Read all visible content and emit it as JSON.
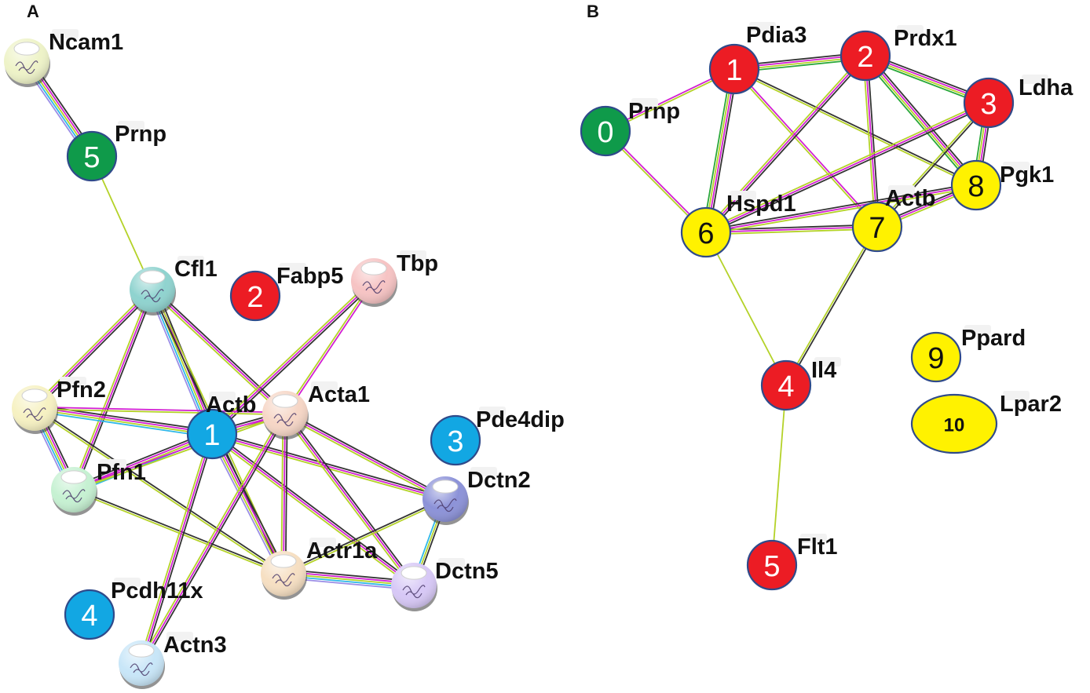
{
  "panels": {
    "a": {
      "letter": "A"
    },
    "b": {
      "letter": "B"
    }
  },
  "colors": {
    "green": "#0f9a4a",
    "red": "#ec1c24",
    "blue": "#12a7e3",
    "yellow": "#fff200",
    "node_border": "#2f4a8a",
    "edge_black": "#333333",
    "edge_magenta": "#d21ed2",
    "edge_yellowgreen": "#b4d228",
    "edge_cyan": "#30b8e8",
    "edge_green": "#2aa83a",
    "edge_lavender": "#9b8ee6"
  },
  "panel_a": {
    "nodes": [
      {
        "id": "ncam1",
        "label": "Ncam1",
        "style": "sphere",
        "color": "#eef3c8",
        "icon": "protein-structure-icon"
      },
      {
        "id": "prnp",
        "label": "Prnp",
        "number": "5",
        "style": "solid",
        "color": "#0f9a4a"
      },
      {
        "id": "cfl1",
        "label": "Cfl1",
        "style": "sphere",
        "color": "#8fd3cf",
        "icon": "protein-structure-icon"
      },
      {
        "id": "fabp5",
        "label": "Fabp5",
        "number": "2",
        "style": "solid",
        "color": "#ec1c24"
      },
      {
        "id": "tbp",
        "label": "Tbp",
        "style": "sphere",
        "color": "#f6c3c3",
        "icon": "protein-structure-icon"
      },
      {
        "id": "pfn2",
        "label": "Pfn2",
        "style": "sphere",
        "color": "#f6f1c2",
        "icon": "protein-structure-icon"
      },
      {
        "id": "actb",
        "label": "Actb",
        "number": "1",
        "style": "solid",
        "color": "#12a7e3"
      },
      {
        "id": "acta1",
        "label": "Acta1",
        "style": "sphere",
        "color": "#f6d6c6",
        "icon": "protein-structure-icon"
      },
      {
        "id": "pde4dip",
        "label": "Pde4dip",
        "number": "3",
        "style": "solid",
        "color": "#12a7e3"
      },
      {
        "id": "pfn1",
        "label": "Pfn1",
        "style": "sphere",
        "color": "#c6f1d2",
        "icon": "protein-structure-icon"
      },
      {
        "id": "dctn2",
        "label": "Dctn2",
        "style": "sphere",
        "color": "#8c92d8",
        "icon": "protein-structure-icon"
      },
      {
        "id": "actr1a",
        "label": "Actr1a",
        "style": "sphere",
        "color": "#f6dfc2",
        "icon": "protein-structure-icon"
      },
      {
        "id": "dctn5",
        "label": "Dctn5",
        "style": "sphere",
        "color": "#d7c8f6",
        "icon": "protein-structure-icon"
      },
      {
        "id": "pcdh11x",
        "label": "Pcdh11x",
        "number": "4",
        "style": "solid",
        "color": "#12a7e3"
      },
      {
        "id": "actn3",
        "label": "Actn3",
        "style": "sphere",
        "color": "#c8e6f8",
        "icon": "protein-structure-icon"
      }
    ],
    "edges": [
      {
        "from": "ncam1",
        "to": "prnp",
        "types": [
          "black",
          "magenta",
          "yellowgreen",
          "cyan",
          "lavender"
        ]
      },
      {
        "from": "prnp",
        "to": "cfl1",
        "types": [
          "yellowgreen"
        ]
      },
      {
        "from": "cfl1",
        "to": "pfn2",
        "types": [
          "black",
          "magenta",
          "yellowgreen"
        ]
      },
      {
        "from": "cfl1",
        "to": "pfn1",
        "types": [
          "black",
          "magenta",
          "yellowgreen"
        ]
      },
      {
        "from": "cfl1",
        "to": "actb",
        "types": [
          "black",
          "magenta",
          "yellowgreen",
          "cyan",
          "lavender"
        ]
      },
      {
        "from": "cfl1",
        "to": "acta1",
        "types": [
          "black",
          "magenta",
          "yellowgreen"
        ]
      },
      {
        "from": "cfl1",
        "to": "actr1a",
        "types": [
          "yellowgreen",
          "black"
        ]
      },
      {
        "from": "tbp",
        "to": "actb",
        "types": [
          "black",
          "magenta",
          "yellowgreen"
        ]
      },
      {
        "from": "tbp",
        "to": "acta1",
        "types": [
          "magenta",
          "yellowgreen"
        ]
      },
      {
        "from": "pfn2",
        "to": "pfn1",
        "types": [
          "black",
          "magenta",
          "yellowgreen",
          "cyan",
          "lavender"
        ]
      },
      {
        "from": "pfn2",
        "to": "actb",
        "types": [
          "black",
          "magenta",
          "yellowgreen",
          "cyan"
        ]
      },
      {
        "from": "pfn2",
        "to": "acta1",
        "types": [
          "magenta",
          "yellowgreen"
        ]
      },
      {
        "from": "pfn2",
        "to": "actr1a",
        "types": [
          "black",
          "yellowgreen"
        ]
      },
      {
        "from": "pfn1",
        "to": "actb",
        "types": [
          "black",
          "magenta",
          "yellowgreen",
          "cyan"
        ]
      },
      {
        "from": "pfn1",
        "to": "acta1",
        "types": [
          "magenta",
          "yellowgreen"
        ]
      },
      {
        "from": "pfn1",
        "to": "actr1a",
        "types": [
          "black",
          "yellowgreen"
        ]
      },
      {
        "from": "actb",
        "to": "acta1",
        "types": [
          "black",
          "magenta",
          "yellowgreen"
        ]
      },
      {
        "from": "actb",
        "to": "dctn2",
        "types": [
          "black",
          "magenta",
          "yellowgreen"
        ]
      },
      {
        "from": "actb",
        "to": "actr1a",
        "types": [
          "black",
          "magenta",
          "yellowgreen",
          "lavender"
        ]
      },
      {
        "from": "actb",
        "to": "dctn5",
        "types": [
          "black",
          "magenta",
          "yellowgreen"
        ]
      },
      {
        "from": "actb",
        "to": "actn3",
        "types": [
          "black",
          "magenta",
          "yellowgreen"
        ]
      },
      {
        "from": "acta1",
        "to": "dctn2",
        "types": [
          "black",
          "magenta",
          "yellowgreen"
        ]
      },
      {
        "from": "acta1",
        "to": "actr1a",
        "types": [
          "black",
          "magenta",
          "yellowgreen"
        ]
      },
      {
        "from": "acta1",
        "to": "dctn5",
        "types": [
          "black",
          "magenta",
          "yellowgreen"
        ]
      },
      {
        "from": "acta1",
        "to": "actn3",
        "types": [
          "black",
          "magenta",
          "yellowgreen"
        ]
      },
      {
        "from": "dctn2",
        "to": "actr1a",
        "types": [
          "yellowgreen",
          "black"
        ]
      },
      {
        "from": "dctn2",
        "to": "dctn5",
        "types": [
          "black",
          "yellowgreen",
          "cyan"
        ]
      },
      {
        "from": "actr1a",
        "to": "dctn5",
        "types": [
          "black",
          "magenta",
          "yellowgreen",
          "cyan",
          "lavender"
        ]
      }
    ]
  },
  "panel_b": {
    "nodes": [
      {
        "id": "prnp",
        "label": "Prnp",
        "number": "0",
        "color": "#0f9a4a"
      },
      {
        "id": "pdia3",
        "label": "Pdia3",
        "number": "1",
        "color": "#ec1c24"
      },
      {
        "id": "prdx1",
        "label": "Prdx1",
        "number": "2",
        "color": "#ec1c24"
      },
      {
        "id": "ldha",
        "label": "Ldha",
        "number": "3",
        "color": "#ec1c24"
      },
      {
        "id": "pgk1",
        "label": "Pgk1",
        "number": "8",
        "color": "#fff200"
      },
      {
        "id": "hspd1",
        "label": "Hspd1",
        "number": "6",
        "color": "#fff200"
      },
      {
        "id": "actb",
        "label": "Actb",
        "number": "7",
        "color": "#fff200"
      },
      {
        "id": "il4",
        "label": "Il4",
        "number": "4",
        "color": "#ec1c24"
      },
      {
        "id": "ppard",
        "label": "Ppard",
        "number": "9",
        "color": "#fff200"
      },
      {
        "id": "lpar2",
        "label": "Lpar2",
        "number": "10",
        "color": "#fff200"
      },
      {
        "id": "flt1",
        "label": "Flt1",
        "number": "5",
        "color": "#ec1c24"
      }
    ],
    "edges": [
      {
        "from": "prnp",
        "to": "pdia3",
        "types": [
          "magenta",
          "yellowgreen"
        ]
      },
      {
        "from": "prnp",
        "to": "hspd1",
        "types": [
          "magenta",
          "yellowgreen"
        ]
      },
      {
        "from": "pdia3",
        "to": "prdx1",
        "types": [
          "black",
          "magenta",
          "yellowgreen",
          "green"
        ]
      },
      {
        "from": "pdia3",
        "to": "hspd1",
        "types": [
          "black",
          "magenta",
          "yellowgreen",
          "green"
        ]
      },
      {
        "from": "pdia3",
        "to": "actb",
        "types": [
          "magenta",
          "yellowgreen"
        ]
      },
      {
        "from": "pdia3",
        "to": "pgk1",
        "types": [
          "black",
          "yellowgreen"
        ]
      },
      {
        "from": "prdx1",
        "to": "ldha",
        "types": [
          "black",
          "magenta",
          "yellowgreen",
          "green"
        ]
      },
      {
        "from": "prdx1",
        "to": "pgk1",
        "types": [
          "black",
          "magenta",
          "yellowgreen",
          "green"
        ]
      },
      {
        "from": "prdx1",
        "to": "hspd1",
        "types": [
          "black",
          "magenta",
          "yellowgreen"
        ]
      },
      {
        "from": "prdx1",
        "to": "actb",
        "types": [
          "black",
          "magenta",
          "yellowgreen"
        ]
      },
      {
        "from": "ldha",
        "to": "pgk1",
        "types": [
          "black",
          "magenta",
          "yellowgreen",
          "green"
        ]
      },
      {
        "from": "ldha",
        "to": "hspd1",
        "types": [
          "black",
          "magenta",
          "yellowgreen"
        ]
      },
      {
        "from": "ldha",
        "to": "actb",
        "types": [
          "black",
          "yellowgreen"
        ]
      },
      {
        "from": "hspd1",
        "to": "actb",
        "types": [
          "black",
          "magenta",
          "yellowgreen"
        ]
      },
      {
        "from": "hspd1",
        "to": "pgk1",
        "types": [
          "black",
          "magenta",
          "yellowgreen"
        ]
      },
      {
        "from": "actb",
        "to": "pgk1",
        "types": [
          "black",
          "magenta",
          "yellowgreen"
        ]
      },
      {
        "from": "hspd1",
        "to": "il4",
        "types": [
          "yellowgreen"
        ]
      },
      {
        "from": "actb",
        "to": "il4",
        "types": [
          "black",
          "yellowgreen"
        ]
      },
      {
        "from": "il4",
        "to": "flt1",
        "types": [
          "yellowgreen"
        ]
      }
    ]
  }
}
